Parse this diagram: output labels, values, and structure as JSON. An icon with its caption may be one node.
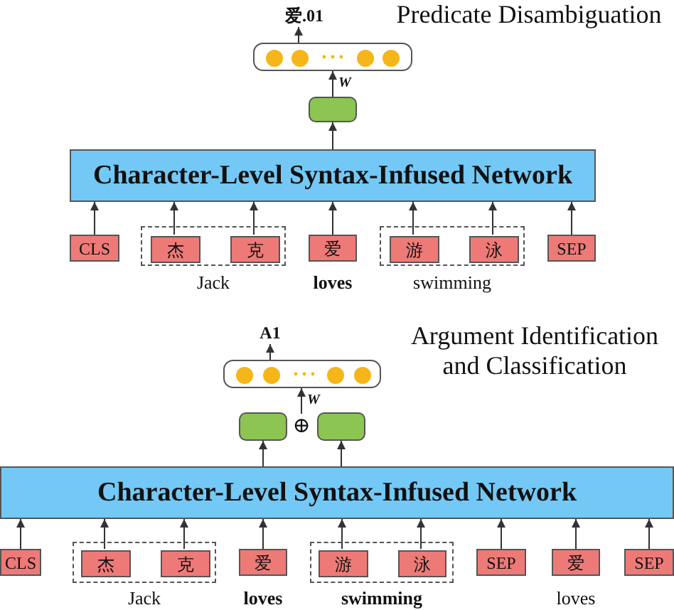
{
  "diagram": {
    "nodes": [
      {
        "text": [
          "爱.01"
        ]
      },
      {
        "text": [],
        "shape": "box"
      },
      {
        "text": [],
        "shape": "circle",
        "in": 1
      },
      {
        "text": [],
        "shape": "circle",
        "in": 1
      },
      {
        "text": [],
        "shape": "circle",
        "in": 1
      },
      {
        "text": [],
        "shape": "circle",
        "in": 1
      },
      {
        "text": [],
        "shape": "box"
      },
      {
        "text": [
          "Character-Level Syntax-Infused Network"
        ]
      },
      {
        "text": [
          "CLS"
        ]
      },
      {
        "text": [],
        "shape": "box",
        "beside": [
          "Jack"
        ]
      },
      {
        "text": [
          "杰"
        ],
        "in": 9
      },
      {
        "text": [
          "克"
        ],
        "in": 9
      },
      {
        "text": [
          "爱"
        ],
        "beside": [
          "loves"
        ]
      },
      {
        "text": [],
        "shape": "box",
        "beside": [
          "swimming"
        ]
      },
      {
        "text": [
          "游"
        ],
        "in": 13
      },
      {
        "text": [
          "泳"
        ],
        "in": 13
      },
      {
        "text": [
          "SEP"
        ]
      },
      {
        "text": [
          "A1"
        ]
      },
      {
        "text": [],
        "shape": "box"
      },
      {
        "text": [],
        "shape": "circle",
        "in": 18
      },
      {
        "text": [],
        "shape": "circle",
        "in": 18
      },
      {
        "text": [],
        "shape": "circle",
        "in": 18
      },
      {
        "text": [],
        "shape": "circle",
        "in": 18
      },
      {
        "text": [],
        "shape": "box"
      },
      {
        "text": [
          "⊕"
        ]
      },
      {
        "text": [],
        "shape": "box"
      },
      {
        "text": [
          "Character-Level Syntax-Infused Network"
        ]
      },
      {
        "text": [
          "CLS"
        ]
      },
      {
        "text": [],
        "shape": "box",
        "beside": [
          "Jack"
        ]
      },
      {
        "text": [
          "杰"
        ],
        "in": 28
      },
      {
        "text": [
          "克"
        ],
        "in": 28
      },
      {
        "text": [
          "爱"
        ],
        "beside": [
          "loves"
        ]
      },
      {
        "text": [],
        "shape": "box",
        "beside": [
          "swimming"
        ]
      },
      {
        "text": [
          "游"
        ],
        "in": 32
      },
      {
        "text": [
          "泳"
        ],
        "in": 32
      },
      {
        "text": [
          "SEP"
        ]
      },
      {
        "text": [
          "爱"
        ],
        "beside": [
          "loves"
        ]
      },
      {
        "text": [
          "SEP"
        ]
      }
    ],
    "edges": [
      {
        "from": 3,
        "to": 0,
        "arrow": "to"
      },
      {
        "from": 6,
        "to": 1,
        "arrow": "to",
        "label": "W"
      },
      {
        "from": 7,
        "to": 6,
        "arrow": "to"
      },
      {
        "from": 8,
        "to": 7,
        "arrow": "to"
      },
      {
        "from": 10,
        "to": 7,
        "arrow": "to"
      },
      {
        "from": 11,
        "to": 7,
        "arrow": "to"
      },
      {
        "from": 12,
        "to": 7,
        "arrow": "to"
      },
      {
        "from": 14,
        "to": 7,
        "arrow": "to"
      },
      {
        "from": 15,
        "to": 7,
        "arrow": "to"
      },
      {
        "from": 16,
        "to": 7,
        "arrow": "to"
      },
      {
        "from": 20,
        "to": 17,
        "arrow": "to"
      },
      {
        "from": 24,
        "to": 18,
        "arrow": "to",
        "label": "W"
      },
      {
        "from": 26,
        "to": 23,
        "arrow": "to"
      },
      {
        "from": 26,
        "to": 25,
        "arrow": "to"
      },
      {
        "from": 27,
        "to": 26,
        "arrow": "to"
      },
      {
        "from": 29,
        "to": 26,
        "arrow": "to"
      },
      {
        "from": 30,
        "to": 26,
        "arrow": "to"
      },
      {
        "from": 31,
        "to": 26,
        "arrow": "to"
      },
      {
        "from": 33,
        "to": 26,
        "arrow": "to"
      },
      {
        "from": 34,
        "to": 26,
        "arrow": "to"
      },
      {
        "from": 35,
        "to": 26,
        "arrow": "to"
      },
      {
        "from": 36,
        "to": 26,
        "arrow": "to"
      },
      {
        "from": 37,
        "to": 26,
        "arrow": "to"
      }
    ],
    "labels": [
      "Predicate Disambiguation",
      "Argument Identification and Classification"
    ]
  }
}
